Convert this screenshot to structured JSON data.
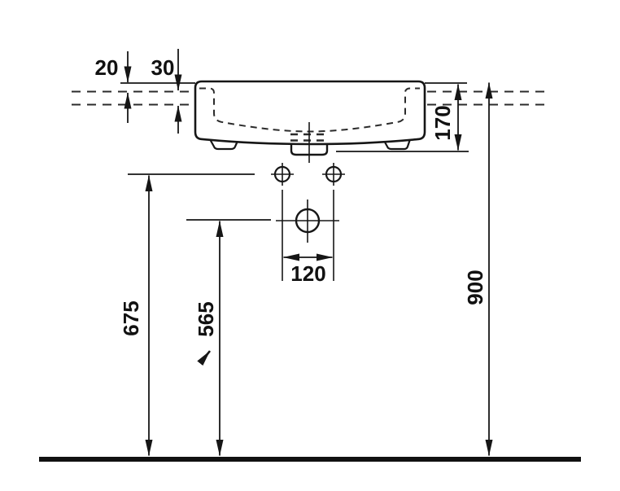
{
  "drawing": {
    "subject": "washbasin front elevation installation drawing",
    "units": "mm",
    "line_color": "#161616",
    "background_color": "#ffffff",
    "dims": {
      "rim_to_upper_line": "20",
      "line_gap": "30",
      "rim_to_basin_bottom": "170",
      "tap_hole_spacing": "120",
      "floor_to_fixing_holes": "675",
      "floor_to_drain_center": "565",
      "floor_to_rim": "900"
    }
  }
}
